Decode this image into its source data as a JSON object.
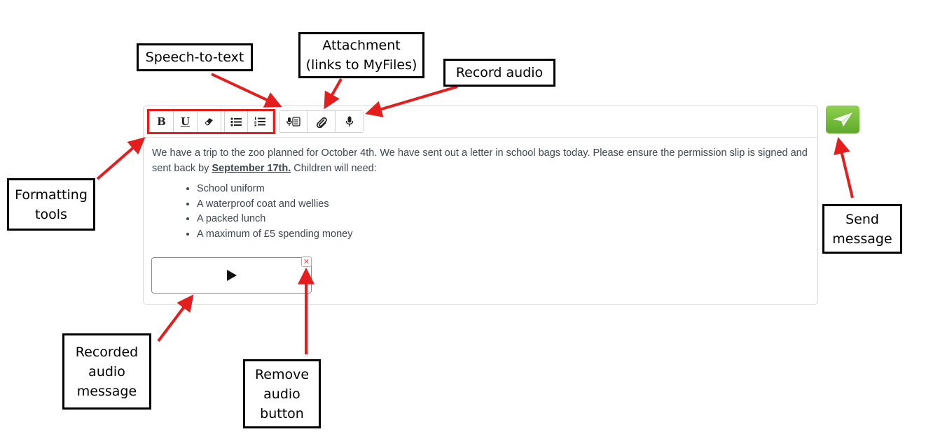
{
  "callouts": {
    "speech": "Speech-to-text",
    "attachment": "Attachment\n(links to MyFiles)",
    "record": "Record audio",
    "formatting": "Formatting\ntools",
    "send": "Send\nmessage",
    "recorded": "Recorded\naudio\nmessage",
    "remove": "Remove\naudio\nbutton"
  },
  "editor": {
    "toolbar": {
      "bold_label": "B",
      "underline_label": "U"
    },
    "message": {
      "intro": "We have a trip to the zoo planned for October 4th. We have sent out a letter in school bags today. Please ensure the permission slip is signed and sent back by ",
      "deadline": "September 17th.",
      "outro": "  Children will need:",
      "items": [
        "School uniform",
        "A waterproof coat and wellies",
        "A packed lunch",
        "A maximum of £5 spending money"
      ]
    },
    "remove_label": "✕"
  },
  "icons": {
    "speech": "speech-to-text-icon",
    "attachment": "paperclip-icon",
    "record": "microphone-icon",
    "send": "paper-plane-icon",
    "play": "play-icon"
  },
  "colors": {
    "annotation": "#e41d1d",
    "send_button": "#6db536",
    "remove_icon": "#e05050"
  }
}
